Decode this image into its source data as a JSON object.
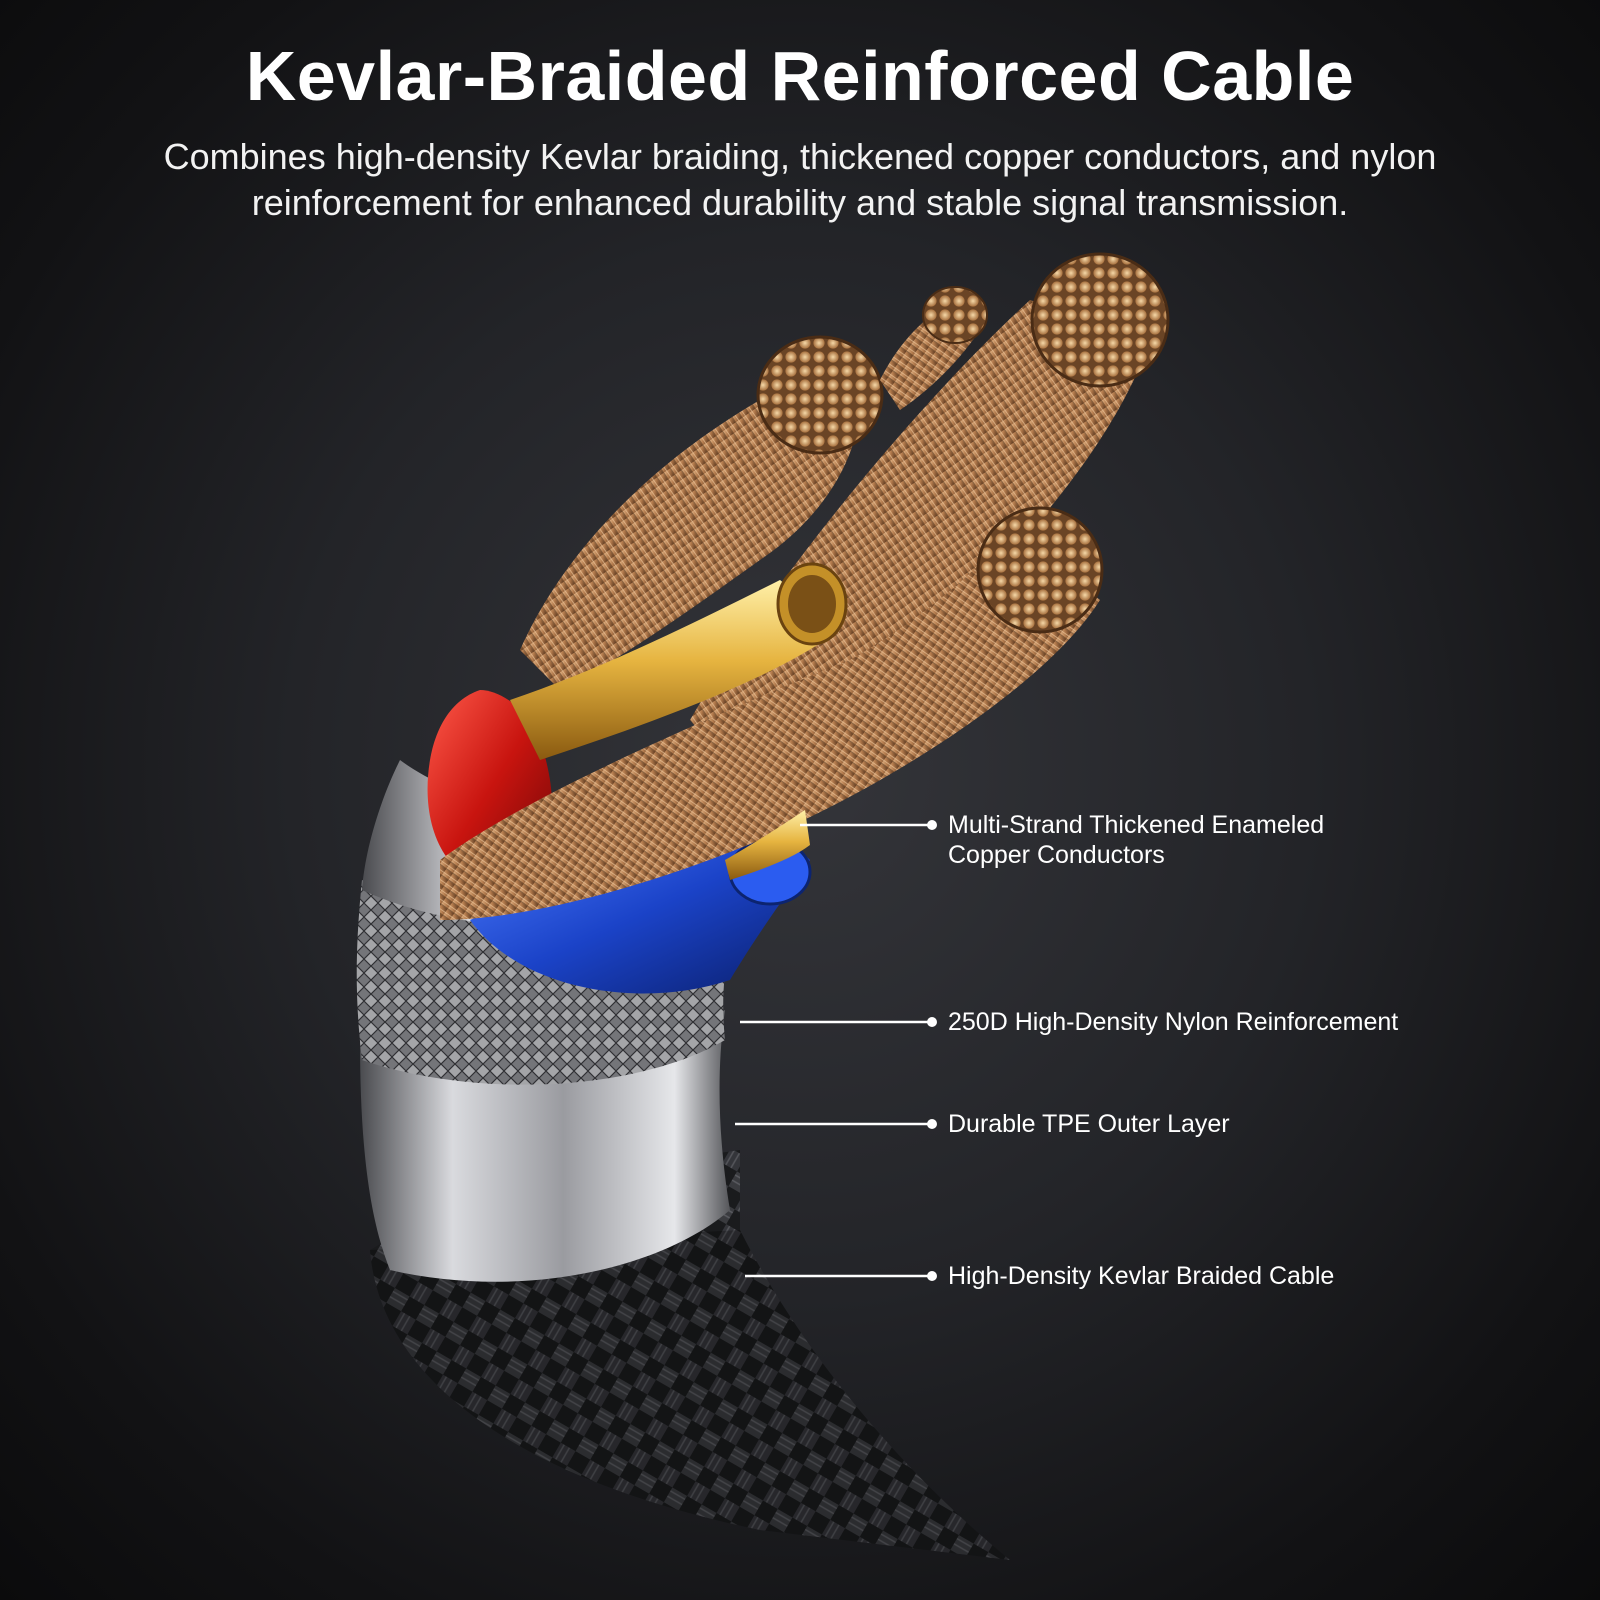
{
  "header": {
    "title": "Kevlar-Braided Reinforced Cable",
    "subtitle": "Combines high-density Kevlar braiding, thickened copper conductors, and nylon reinforcement for enhanced durability and stable signal transmission."
  },
  "callouts": [
    {
      "id": "conductors",
      "label_line1": "Multi-Strand Thickened Enameled",
      "label_line2": "Copper Conductors"
    },
    {
      "id": "nylon",
      "label_line1": "250D High-Density Nylon Reinforcement",
      "label_line2": ""
    },
    {
      "id": "tpe",
      "label_line1": "Durable TPE Outer Layer",
      "label_line2": ""
    },
    {
      "id": "kevlar",
      "label_line1": "High-Density Kevlar Braided Cable",
      "label_line2": ""
    }
  ],
  "colors": {
    "copper": "#c58f5e",
    "copper_dark": "#6b4226",
    "gold": "#e0b14a",
    "red_insulation": "#d01a16",
    "blue_insulation": "#1f4fd6",
    "silver": "#c8c9cc",
    "braid": "#2a2b2e"
  }
}
